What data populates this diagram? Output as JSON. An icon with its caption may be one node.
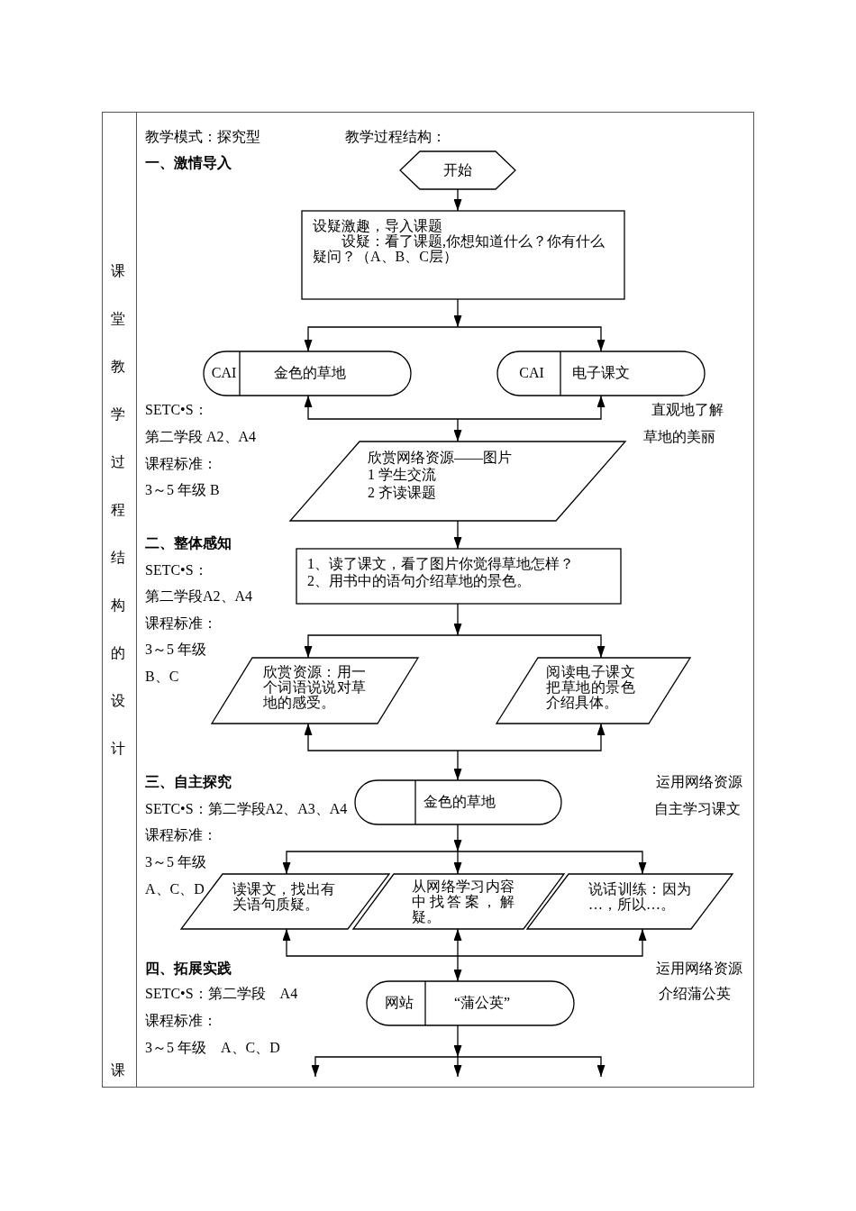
{
  "diagram": {
    "nodes": [
      {
        "text": [
          "开始"
        ]
      },
      {
        "text": [
          "设疑激趣，导入课题",
          "设疑：看了课题,你想知道什么？你有什么疑问？（A、B、C层）"
        ]
      },
      {
        "text": [
          "CAI",
          "金色的草地"
        ]
      },
      {
        "text": [
          "CAI",
          "电子课文"
        ]
      },
      {
        "text": [
          "欣赏网络资源——图片",
          "1 学生交流",
          "2 齐读课题"
        ]
      },
      {
        "text": [
          "1、读了课文，看了图片你觉得草地怎样？",
          "2、用书中的语句介绍草地的景色。"
        ]
      },
      {
        "text": [
          "欣赏资源：用一个词语说说对草地的感受。"
        ]
      },
      {
        "text": [
          "阅读电子课文把草地的景色介绍具体。"
        ]
      },
      {
        "text": [
          "金色的草地"
        ]
      },
      {
        "text": [
          "读课文，找出有关语句质疑。"
        ]
      },
      {
        "text": [
          "从网络学习内容中找答案，解疑。"
        ]
      },
      {
        "text": [
          "说话训练：因为…，所以…。"
        ]
      },
      {
        "text": [
          "网站",
          "“蒲公英”"
        ]
      }
    ],
    "edges": [
      {
        "from": 0,
        "to": 1,
        "arrow": "to"
      },
      {
        "from": 1,
        "to": 2,
        "arrow": "to"
      },
      {
        "from": 1,
        "to": 3,
        "arrow": "to"
      },
      {
        "from": 2,
        "to": 4,
        "arrow": "both"
      },
      {
        "from": 3,
        "to": 4,
        "arrow": "both"
      },
      {
        "from": 4,
        "to": 5,
        "arrow": "to"
      },
      {
        "from": 5,
        "to": 6,
        "arrow": "to"
      },
      {
        "from": 5,
        "to": 7,
        "arrow": "to"
      },
      {
        "from": 6,
        "to": 8,
        "arrow": "both"
      },
      {
        "from": 7,
        "to": 8,
        "arrow": "both"
      },
      {
        "from": 8,
        "to": 9,
        "arrow": "to"
      },
      {
        "from": 8,
        "to": 10,
        "arrow": "to"
      },
      {
        "from": 8,
        "to": 11,
        "arrow": "to"
      },
      {
        "from": 9,
        "to": 12,
        "arrow": "both"
      },
      {
        "from": 10,
        "to": 12,
        "arrow": "both"
      },
      {
        "from": 11,
        "to": 12,
        "arrow": "both"
      },
      {
        "from": 12,
        "to": null,
        "arrow": "to"
      },
      {
        "from": 12,
        "to": null,
        "arrow": "to"
      },
      {
        "from": 12,
        "to": null,
        "arrow": "to"
      }
    ],
    "labels": [
      "课堂教学过程结构的设计",
      "教学模式：探究型",
      "教学过程结构：",
      "一、激情导入",
      "SETC•S：",
      "直观地了解",
      "第二学段 A2、A4",
      "草地的美丽",
      "课程标准：",
      "3～5 年级 B",
      "二、整体感知",
      "SETC•S：",
      "第二学段A2、A4",
      "课程标准：",
      "3～5 年级",
      "B、C",
      "三、自主探究",
      "运用网络资源",
      "SETC•S：第二学段A2、A3、A4",
      "自主学习课文",
      "课程标准：",
      "3～5 年级",
      "A、C、D",
      "四、拓展实践",
      "运用网络资源",
      "SETC•S：第二学段　A4",
      "介绍蒲公英",
      "课程标准：",
      "3～5 年级　A、C、D",
      "课"
    ]
  }
}
